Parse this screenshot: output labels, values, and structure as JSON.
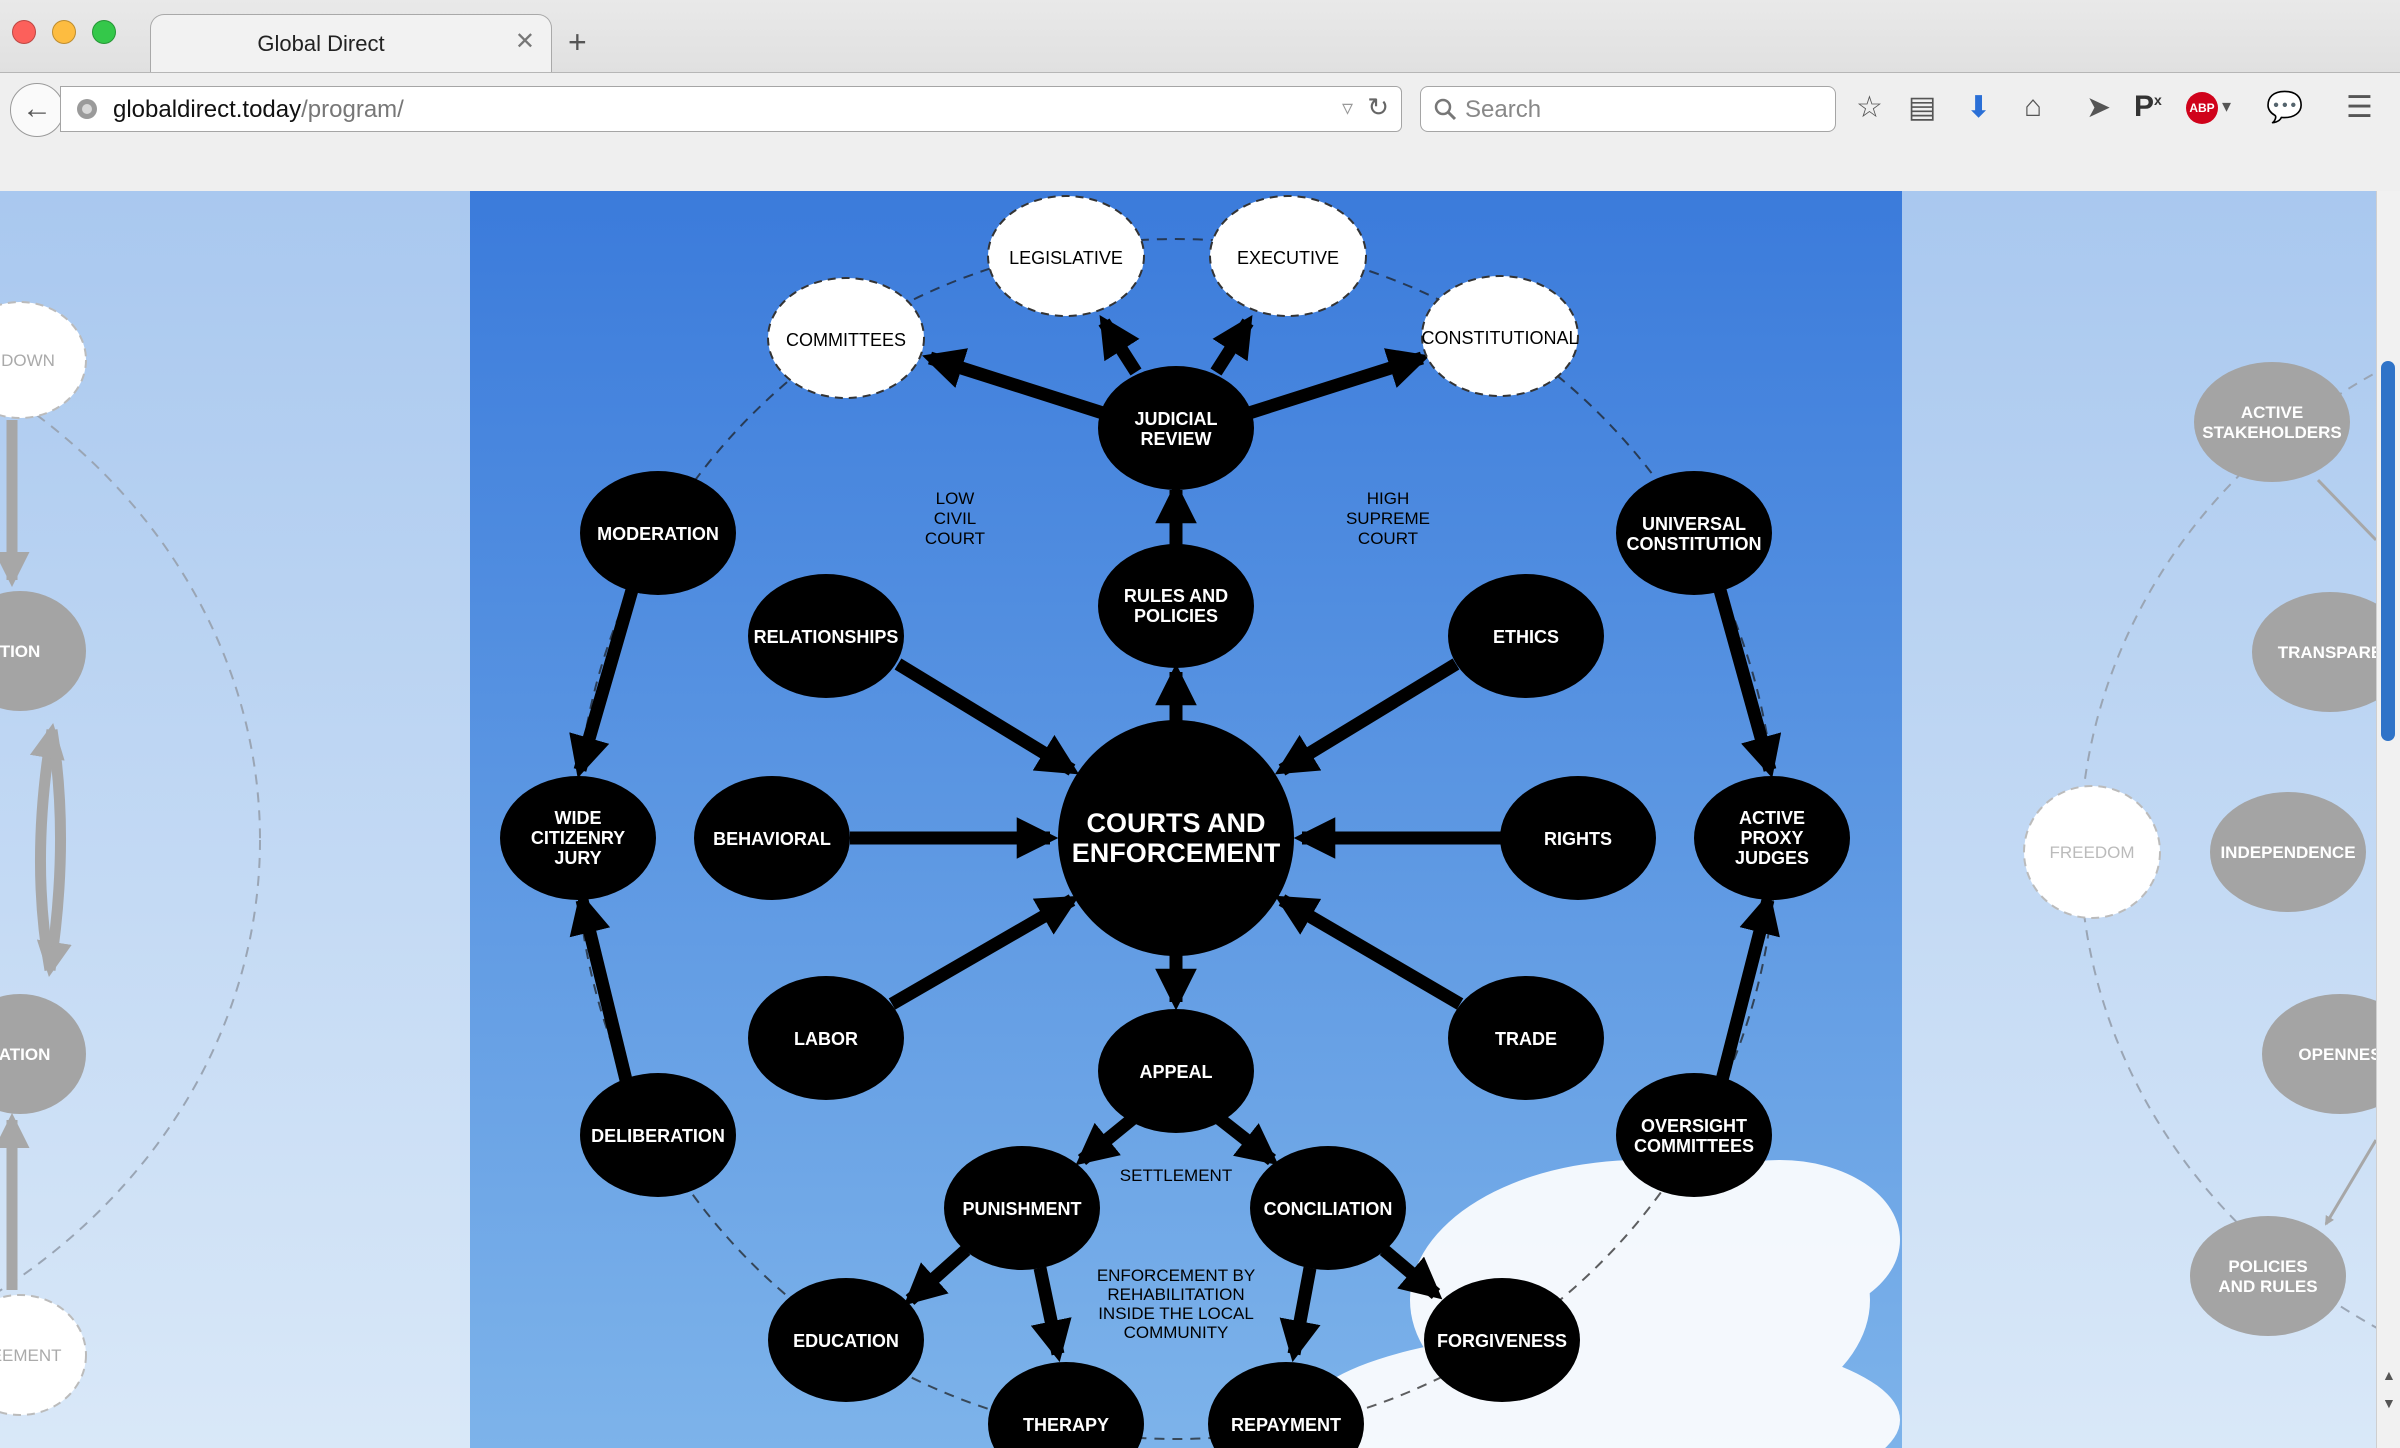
{
  "browser": {
    "tab_title": "Global Direct",
    "url_host": "globaldirect.today",
    "url_path": "/program/",
    "search_placeholder": "Search",
    "abp_label": "ABP",
    "colors": {
      "close": "#fc605b",
      "minimize": "#fdbc40",
      "zoom": "#34c84a",
      "scroll": "#2f73c8"
    }
  },
  "diagram": {
    "center": [
      "COURTS AND",
      "ENFORCEMENT"
    ],
    "nodes": {
      "legislative": "LEGISLATIVE",
      "executive": "EXECUTIVE",
      "committees": "COMMITTEES",
      "constitutional": "CONSTITUTIONAL",
      "judicial_review": [
        "JUDICIAL",
        "REVIEW"
      ],
      "moderation": "MODERATION",
      "universal_constitution": [
        "UNIVERSAL",
        "CONSTITUTION"
      ],
      "rules_and_policies": [
        "RULES AND",
        "POLICIES"
      ],
      "relationships": "RELATIONSHIPS",
      "ethics": "ETHICS",
      "wide_citizenry_jury": [
        "WIDE",
        "CITIZENRY",
        "JURY"
      ],
      "behavioral": "BEHAVIORAL",
      "rights": "RIGHTS",
      "active_proxy_judges": [
        "ACTIVE",
        "PROXY",
        "JUDGES"
      ],
      "labor": "LABOR",
      "trade": "TRADE",
      "appeal": "APPEAL",
      "deliberation": "DELIBERATION",
      "oversight_committees": [
        "OVERSIGHT",
        "COMMITTEES"
      ],
      "punishment": "PUNISHMENT",
      "conciliation": "CONCILIATION",
      "education": "EDUCATION",
      "forgiveness": "FORGIVENESS",
      "therapy": "THERAPY",
      "repayment": "REPAYMENT"
    },
    "labels": {
      "low_civil_court": [
        "LOW",
        "CIVIL",
        "COURT"
      ],
      "high_supreme_court": [
        "HIGH",
        "SUPREME",
        "COURT"
      ],
      "settlement": "SETTLEMENT",
      "enforcement_note": [
        "ENFORCEMENT BY",
        "REHABILITATION",
        "INSIDE THE LOCAL",
        "COMMUNITY"
      ]
    },
    "left_fragments": {
      "top": "E DOWN",
      "middle": "TION",
      "lower": "TATION",
      "bottom": "REEMENT"
    },
    "right_nodes": {
      "active_stakeholders": [
        "ACTIVE",
        "STAKEHOLDERS"
      ],
      "transparency": "TRANSPARE",
      "freedom": "FREEDOM",
      "independence": "INDEPENDENCE",
      "openness": "OPENNES",
      "policies_and_rules": [
        "POLICIES",
        "AND RULES"
      ]
    }
  }
}
